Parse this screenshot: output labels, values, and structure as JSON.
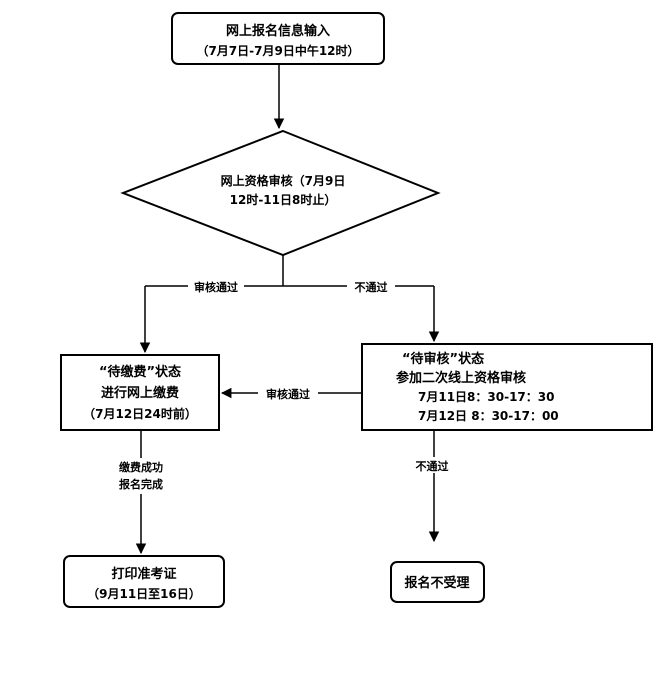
{
  "nodes": {
    "online_registration": {
      "line1": "网上报名信息输入",
      "line2": "（7月7日-7月9日中午12时）"
    },
    "qualification_review": {
      "line1": "网上资格审核（7月9日",
      "line2": "12时-11日8时止）"
    },
    "pending_payment": {
      "line1": "“待缴费”状态",
      "line2": "进行网上缴费",
      "line3": "（7月12日24时前）"
    },
    "pending_review": {
      "line1": "“待审核”状态",
      "line2": "参加二次线上资格审核",
      "line3": "7月11日8：30-17：30",
      "line4": "7月12日 8：30-17：00"
    },
    "print_admission": {
      "line1": "打印准考证",
      "line2": "（9月11日至16日）"
    },
    "not_accepted": {
      "line1": "报名不受理"
    }
  },
  "edges": {
    "review_pass": "审核通过",
    "review_fail": "不通过",
    "second_review_pass": "审核通过",
    "second_review_fail": "不通过",
    "payment_success_line1": "缴费成功",
    "payment_success_line2": "报名完成"
  }
}
